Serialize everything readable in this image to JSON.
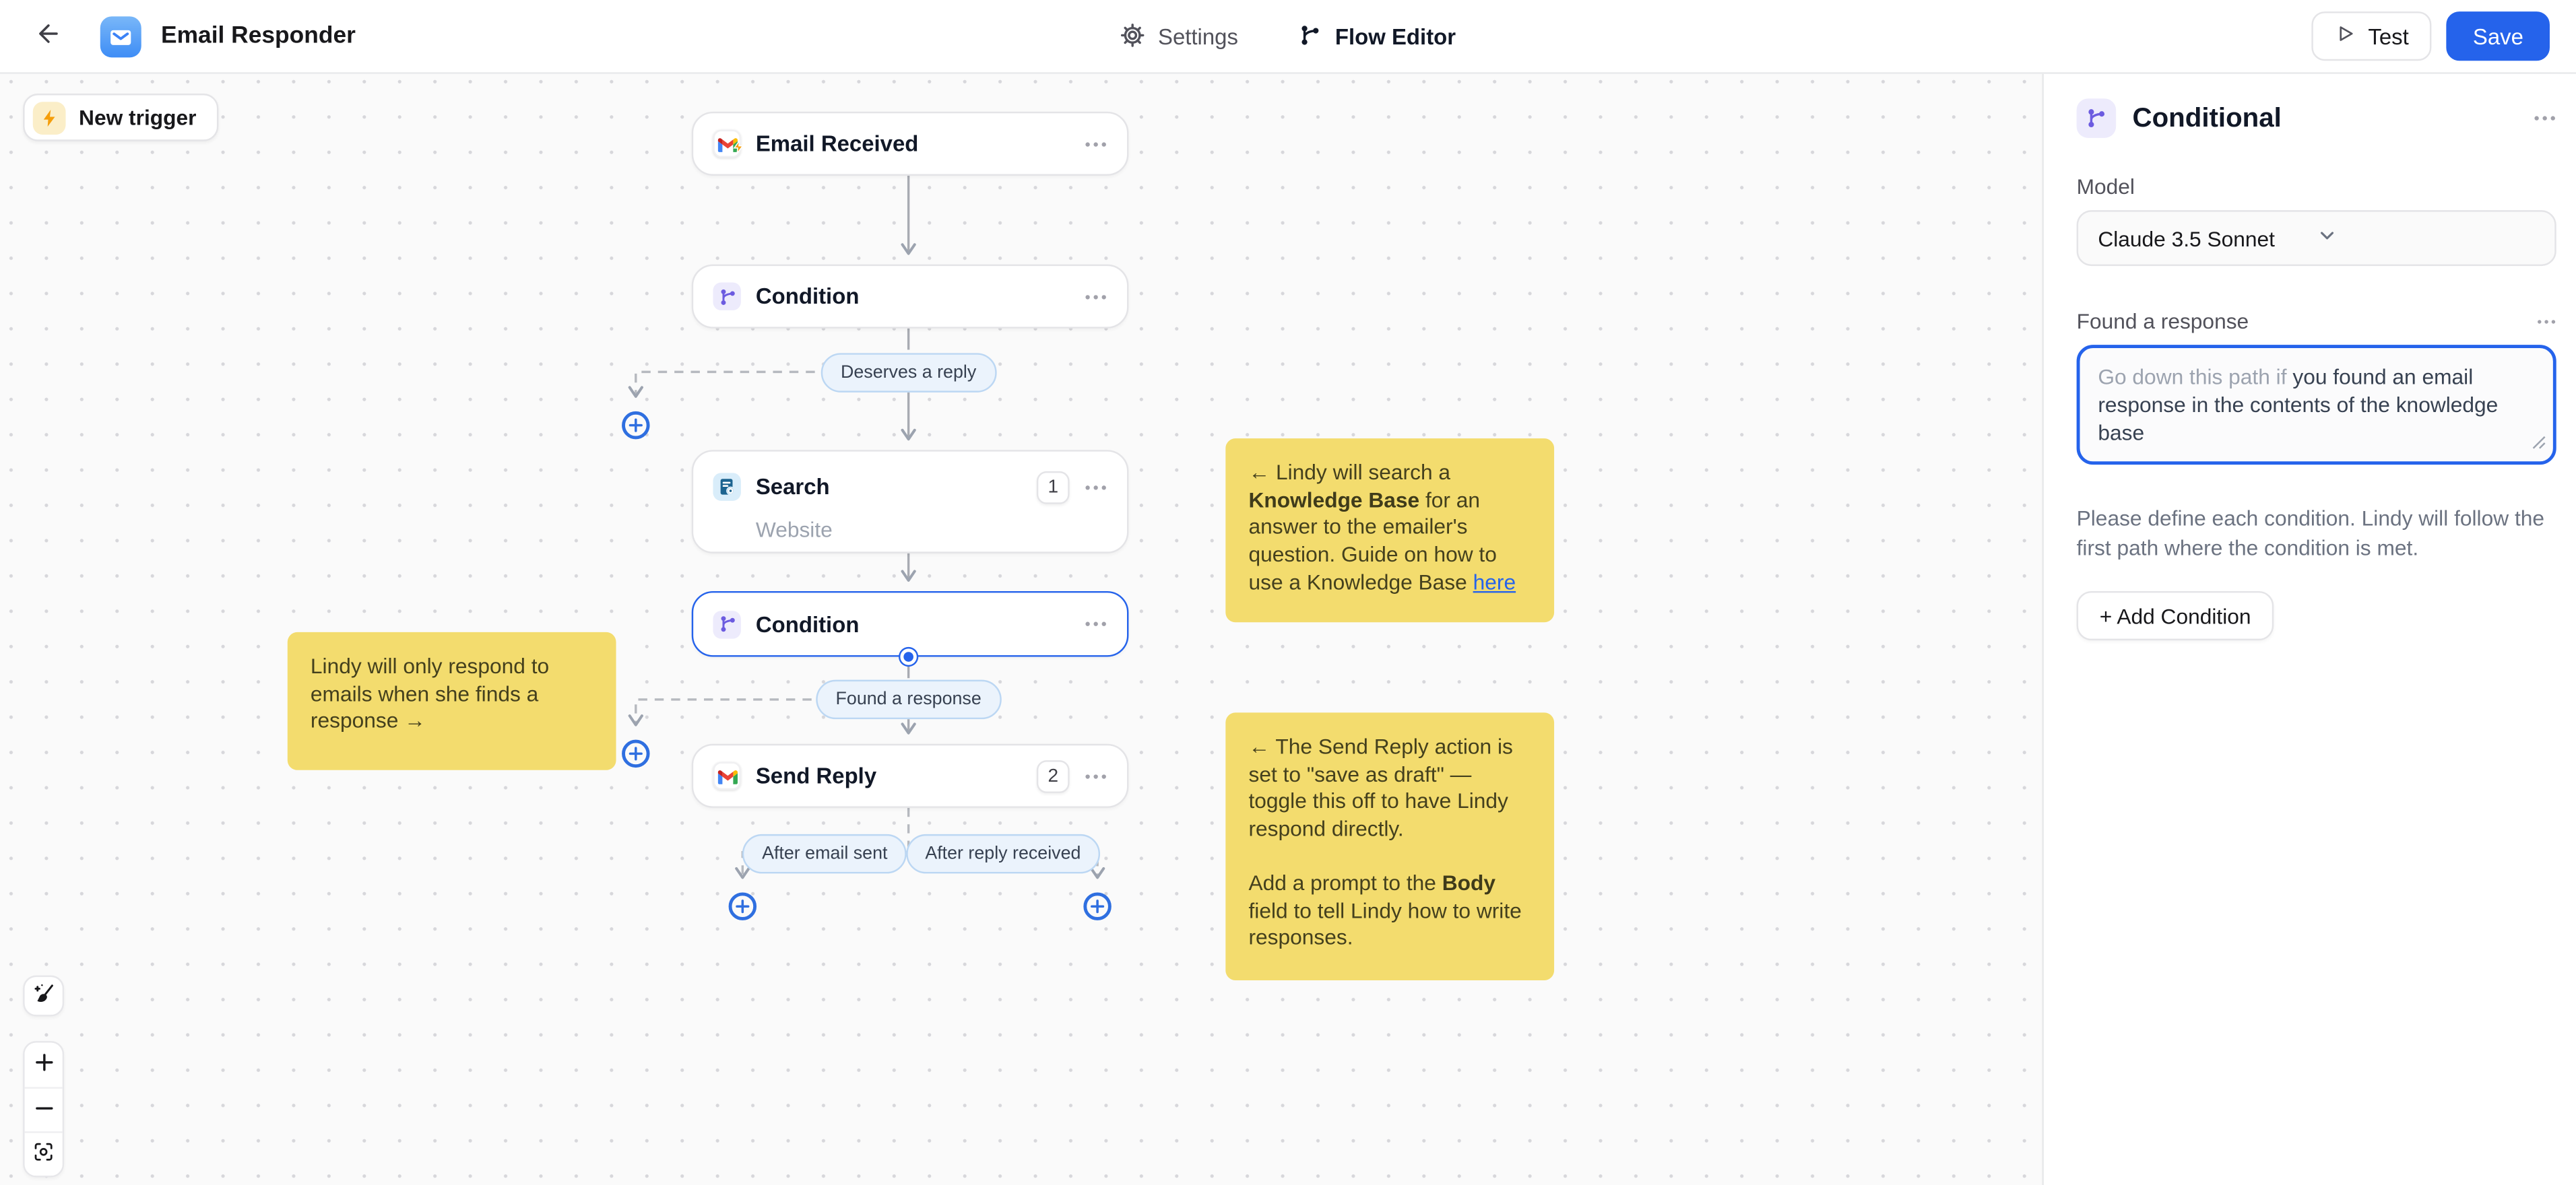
{
  "header": {
    "app_title": "Email Responder",
    "nav": {
      "settings": "Settings",
      "flow_editor": "Flow Editor"
    },
    "test_label": "Test",
    "save_label": "Save"
  },
  "canvas": {
    "new_trigger_label": "New trigger",
    "nodes": {
      "email_received": {
        "title": "Email Received"
      },
      "condition_1": {
        "title": "Condition"
      },
      "search": {
        "title": "Search",
        "badge": "1",
        "subtitle": "Website"
      },
      "condition_2": {
        "title": "Condition"
      },
      "send_reply": {
        "title": "Send Reply",
        "badge": "2"
      }
    },
    "pills": {
      "deserves_a_reply": "Deserves a reply",
      "found_a_response": "Found a response",
      "after_email_sent": "After email sent",
      "after_reply_received": "After reply received"
    },
    "notes": [
      {
        "segments": [
          {
            "t": "text",
            "s": "← Lindy will search a "
          },
          {
            "t": "bold",
            "s": "Knowledge Base"
          },
          {
            "t": "text",
            "s": " for an answer to the emailer's question. Guide on how to use a Knowledge Base "
          },
          {
            "t": "link",
            "s": "here"
          }
        ]
      },
      {
        "segments": [
          {
            "t": "text",
            "s": "Lindy will only respond to emails when she finds a response →"
          }
        ]
      },
      {
        "segments": [
          {
            "t": "text",
            "s": "← The Send Reply action is set to \"save as draft\" — toggle this off to have Lindy respond directly.\n\nAdd a prompt to the "
          },
          {
            "t": "bold",
            "s": "Body"
          },
          {
            "t": "text",
            "s": " field to tell Lindy how to write responses."
          }
        ]
      }
    ]
  },
  "panel": {
    "title": "Conditional",
    "model_label": "Model",
    "model_value": "Claude 3.5 Sonnet",
    "field_label": "Found a response",
    "condition_input": {
      "prefix": "Go down this path if ",
      "value": "you found an email response in the contents of the knowledge base"
    },
    "helper": "Please define each condition. Lindy will follow the first path where the condition is met.",
    "add_condition_label": "+ Add Condition"
  },
  "colors": {
    "accent_blue": "#2563EB",
    "note_yellow": "#F3DC6E",
    "pill_blue_bg": "#EBF3FC",
    "condition_purple": "#6C5BE0",
    "trigger_orange": "#F59E0B"
  }
}
